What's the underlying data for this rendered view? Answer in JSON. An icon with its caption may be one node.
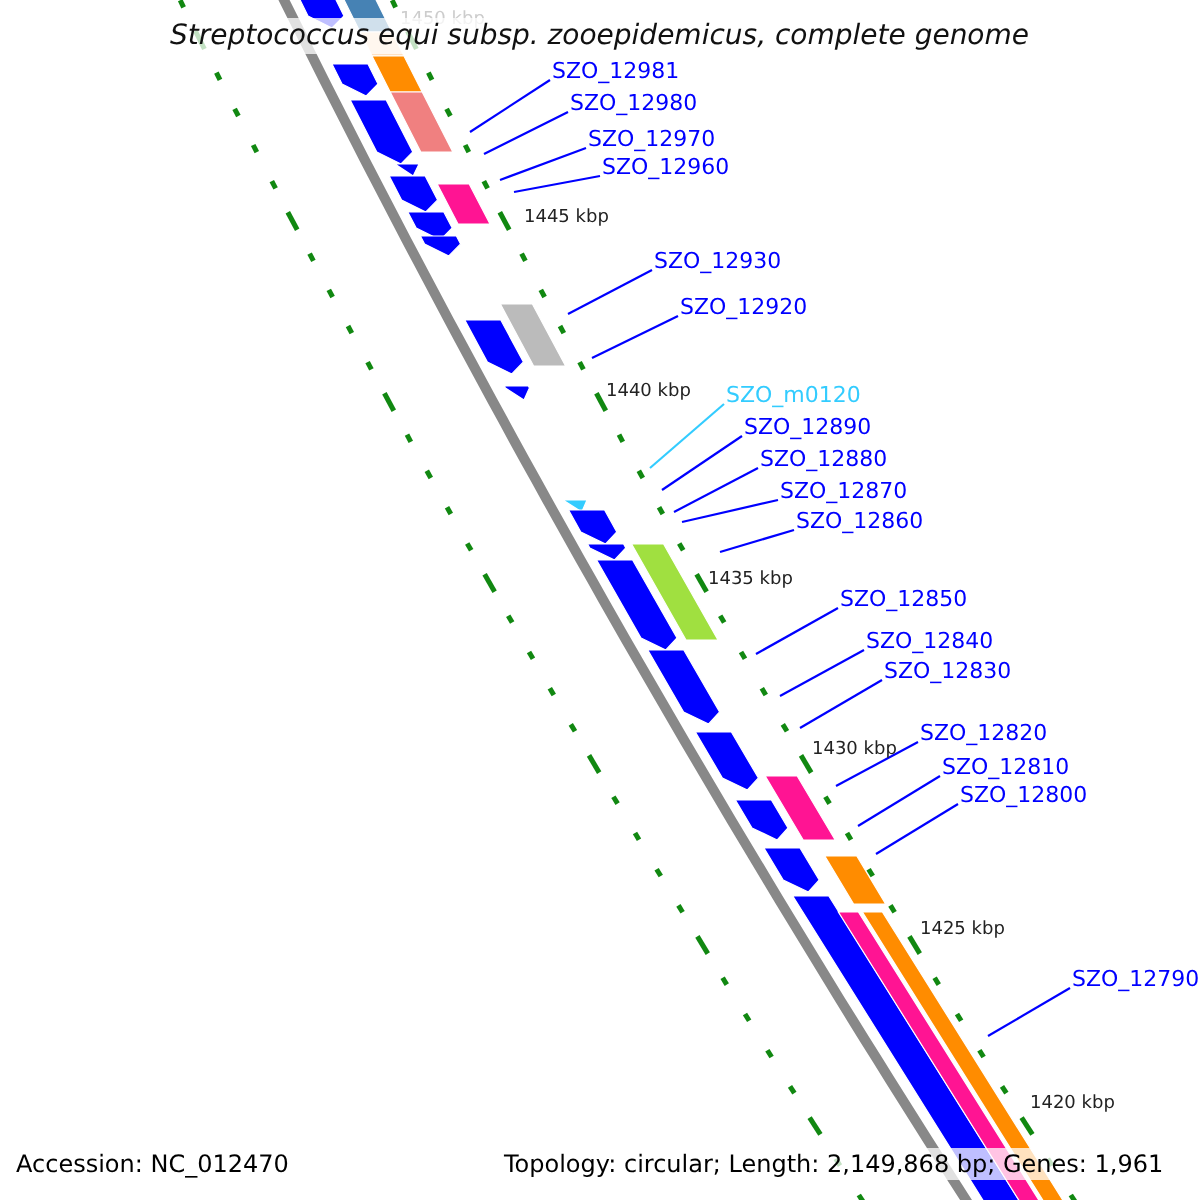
{
  "diagram": {
    "title": "Streptococcus equi subsp. zooepidemicus, complete genome",
    "nodes": [
      {
        "text": [
          "SZO_12981"
        ]
      },
      {
        "text": [
          "SZO_12980"
        ]
      },
      {
        "text": [
          "SZO_12970"
        ]
      },
      {
        "text": [
          "SZO_12960"
        ]
      },
      {
        "text": [
          "SZO_12930"
        ]
      },
      {
        "text": [
          "SZO_12920"
        ]
      },
      {
        "text": [
          "SZO_m0120"
        ]
      },
      {
        "text": [
          "SZO_12890"
        ]
      },
      {
        "text": [
          "SZO_12880"
        ]
      },
      {
        "text": [
          "SZO_12870"
        ]
      },
      {
        "text": [
          "SZO_12860"
        ]
      },
      {
        "text": [
          "SZO_12850"
        ]
      },
      {
        "text": [
          "SZO_12840"
        ]
      },
      {
        "text": [
          "SZO_12830"
        ]
      },
      {
        "text": [
          "SZO_12820"
        ]
      },
      {
        "text": [
          "SZO_12810"
        ]
      },
      {
        "text": [
          "SZO_12800"
        ]
      },
      {
        "text": [
          "SZO_12790"
        ]
      }
    ],
    "edges": [
      {
        "from": 0,
        "to": null,
        "arrow": "none"
      },
      {
        "from": 1,
        "to": null,
        "arrow": "none"
      },
      {
        "from": 2,
        "to": null,
        "arrow": "none"
      },
      {
        "from": 3,
        "to": null,
        "arrow": "none"
      },
      {
        "from": 4,
        "to": null,
        "arrow": "none"
      },
      {
        "from": 5,
        "to": null,
        "arrow": "none"
      },
      {
        "from": 6,
        "to": null,
        "arrow": "none",
        "color": "#33ccff"
      },
      {
        "from": 7,
        "to": null,
        "arrow": "none"
      },
      {
        "from": 8,
        "to": null,
        "arrow": "none"
      },
      {
        "from": 9,
        "to": null,
        "arrow": "none"
      },
      {
        "from": 10,
        "to": null,
        "arrow": "none"
      },
      {
        "from": 11,
        "to": null,
        "arrow": "none"
      },
      {
        "from": 12,
        "to": null,
        "arrow": "none"
      },
      {
        "from": 13,
        "to": null,
        "arrow": "none"
      },
      {
        "from": 14,
        "to": null,
        "arrow": "none"
      },
      {
        "from": 15,
        "to": null,
        "arrow": "none"
      },
      {
        "from": 16,
        "to": null,
        "arrow": "none"
      },
      {
        "from": 17,
        "to": null,
        "arrow": "none"
      }
    ],
    "labels": [
      "1450 kbp",
      "1445 kbp",
      "1440 kbp",
      "1435 kbp",
      "1430 kbp",
      "1425 kbp",
      "1420 kbp",
      "Accession: NC_012470",
      "Topology: circular; Length: 2,149,868 bp; Genes: 1,961"
    ]
  }
}
